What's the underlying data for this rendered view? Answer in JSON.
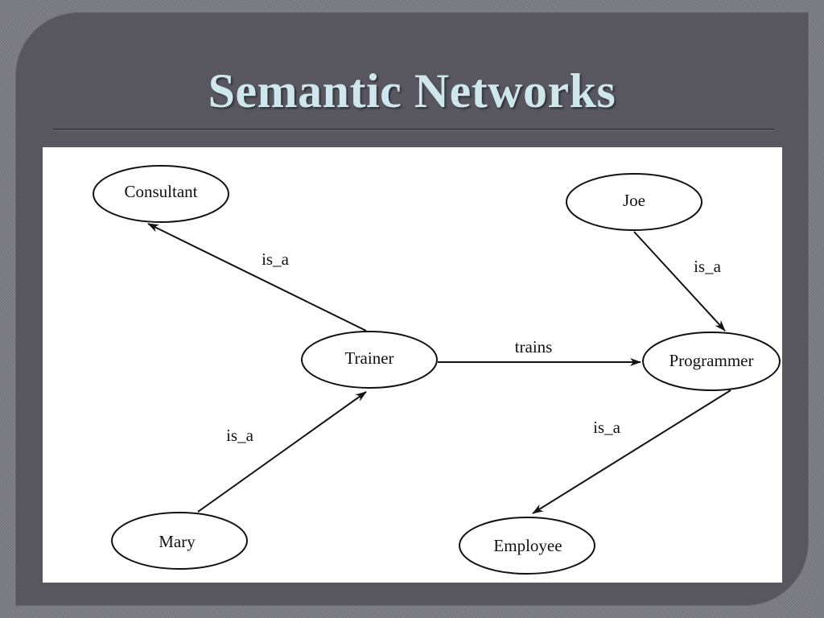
{
  "slide": {
    "title": "Semantic Networks"
  },
  "diagram": {
    "nodes": [
      {
        "id": "consultant",
        "label": "Consultant"
      },
      {
        "id": "joe",
        "label": "Joe"
      },
      {
        "id": "trainer",
        "label": "Trainer"
      },
      {
        "id": "programmer",
        "label": "Programmer"
      },
      {
        "id": "mary",
        "label": "Mary"
      },
      {
        "id": "employee",
        "label": "Employee"
      }
    ],
    "edges": [
      {
        "id": "trainer-consultant",
        "from": "Trainer",
        "to": "Consultant",
        "label": "is_a"
      },
      {
        "id": "joe-programmer",
        "from": "Joe",
        "to": "Programmer",
        "label": "is_a"
      },
      {
        "id": "trainer-programmer",
        "from": "Trainer",
        "to": "Programmer",
        "label": "trains"
      },
      {
        "id": "mary-trainer",
        "from": "Mary",
        "to": "Trainer",
        "label": "is_a"
      },
      {
        "id": "programmer-employee",
        "from": "Programmer",
        "to": "Employee",
        "label": "is_a"
      }
    ]
  },
  "colors": {
    "background": "#7b7b82",
    "panel": "#585760",
    "title": "#cfe6ec",
    "canvas": "#ffffff",
    "ink": "#111111"
  }
}
